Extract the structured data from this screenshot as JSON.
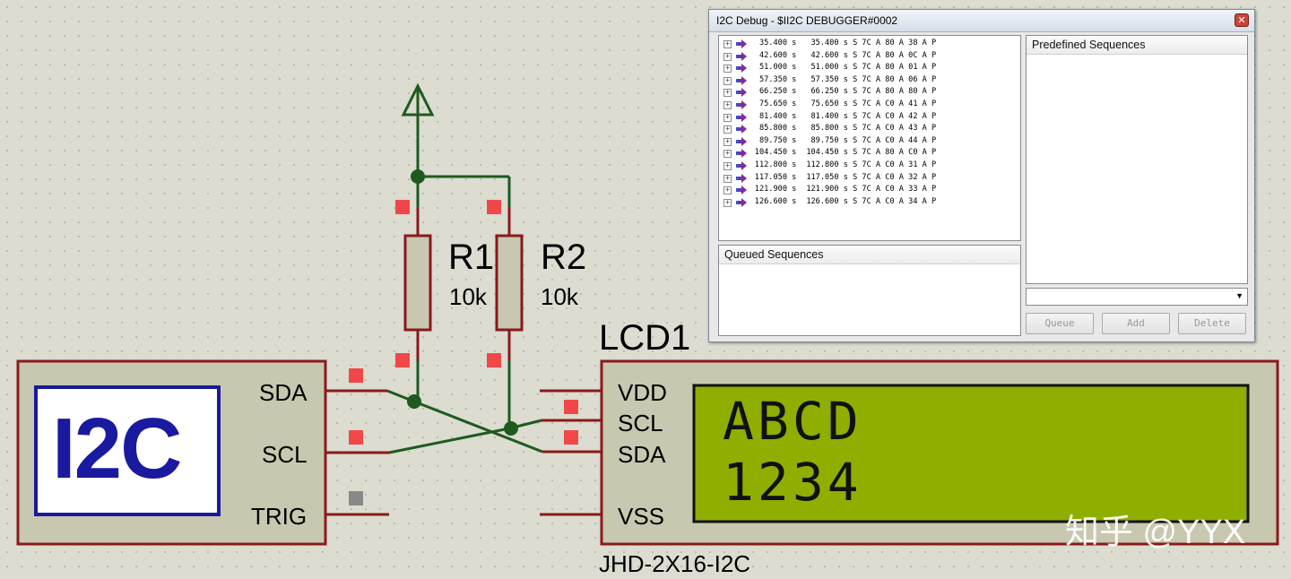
{
  "schematic": {
    "resistors": [
      {
        "ref": "R1",
        "value": "10k"
      },
      {
        "ref": "R2",
        "value": "10k"
      }
    ],
    "i2c_module": {
      "label": "I2C",
      "pins": [
        "SDA",
        "SCL",
        "TRIG"
      ]
    },
    "lcd": {
      "ref": "LCD1",
      "part": "JHD-2X16-I2C",
      "pins": [
        "VDD",
        "SCL",
        "SDA",
        "VSS"
      ],
      "line1": "ABCD",
      "line2": "1234"
    },
    "watermark": "知乎 @YYX",
    "colors": {
      "wire": "#1e5a1e",
      "component_border": "#8a1a1a",
      "component_fill": "#c8c8b0",
      "lcd_screen": "#8fae00",
      "pin_marker": "#f04848",
      "i2c_text": "#1a1aa0"
    }
  },
  "debugger": {
    "title": "I2C Debug - $II2C DEBUGGER#0002",
    "close_icon": "close-icon",
    "log": [
      {
        "t1": "35.400",
        "t2": "35.400",
        "seq": "s S 7C A 80 A 38 A P"
      },
      {
        "t1": "42.600",
        "t2": "42.600",
        "seq": "s S 7C A 80 A 0C A P"
      },
      {
        "t1": "51.000",
        "t2": "51.000",
        "seq": "s S 7C A 80 A 01 A P"
      },
      {
        "t1": "57.350",
        "t2": "57.350",
        "seq": "s S 7C A 80 A 06 A P"
      },
      {
        "t1": "66.250",
        "t2": "66.250",
        "seq": "s S 7C A 80 A 80 A P"
      },
      {
        "t1": "75.650",
        "t2": "75.650",
        "seq": "s S 7C A C0 A 41 A P"
      },
      {
        "t1": "81.400",
        "t2": "81.400",
        "seq": "s S 7C A C0 A 42 A P"
      },
      {
        "t1": "85.800",
        "t2": "85.800",
        "seq": "s S 7C A C0 A 43 A P"
      },
      {
        "t1": "89.750",
        "t2": "89.750",
        "seq": "s S 7C A C0 A 44 A P"
      },
      {
        "t1": "104.450",
        "t2": "104.450",
        "seq": "s S 7C A 80 A C0 A P"
      },
      {
        "t1": "112.800",
        "t2": "112.800",
        "seq": "s S 7C A C0 A 31 A P"
      },
      {
        "t1": "117.050",
        "t2": "117.050",
        "seq": "s S 7C A C0 A 32 A P"
      },
      {
        "t1": "121.900",
        "t2": "121.900",
        "seq": "s S 7C A C0 A 33 A P"
      },
      {
        "t1": "126.600",
        "t2": "126.600",
        "seq": "s S 7C A C0 A 34 A P"
      }
    ],
    "queued_header": "Queued Sequences",
    "predefined_header": "Predefined Sequences",
    "buttons": {
      "queue": "Queue",
      "add": "Add",
      "delete": "Delete"
    }
  }
}
